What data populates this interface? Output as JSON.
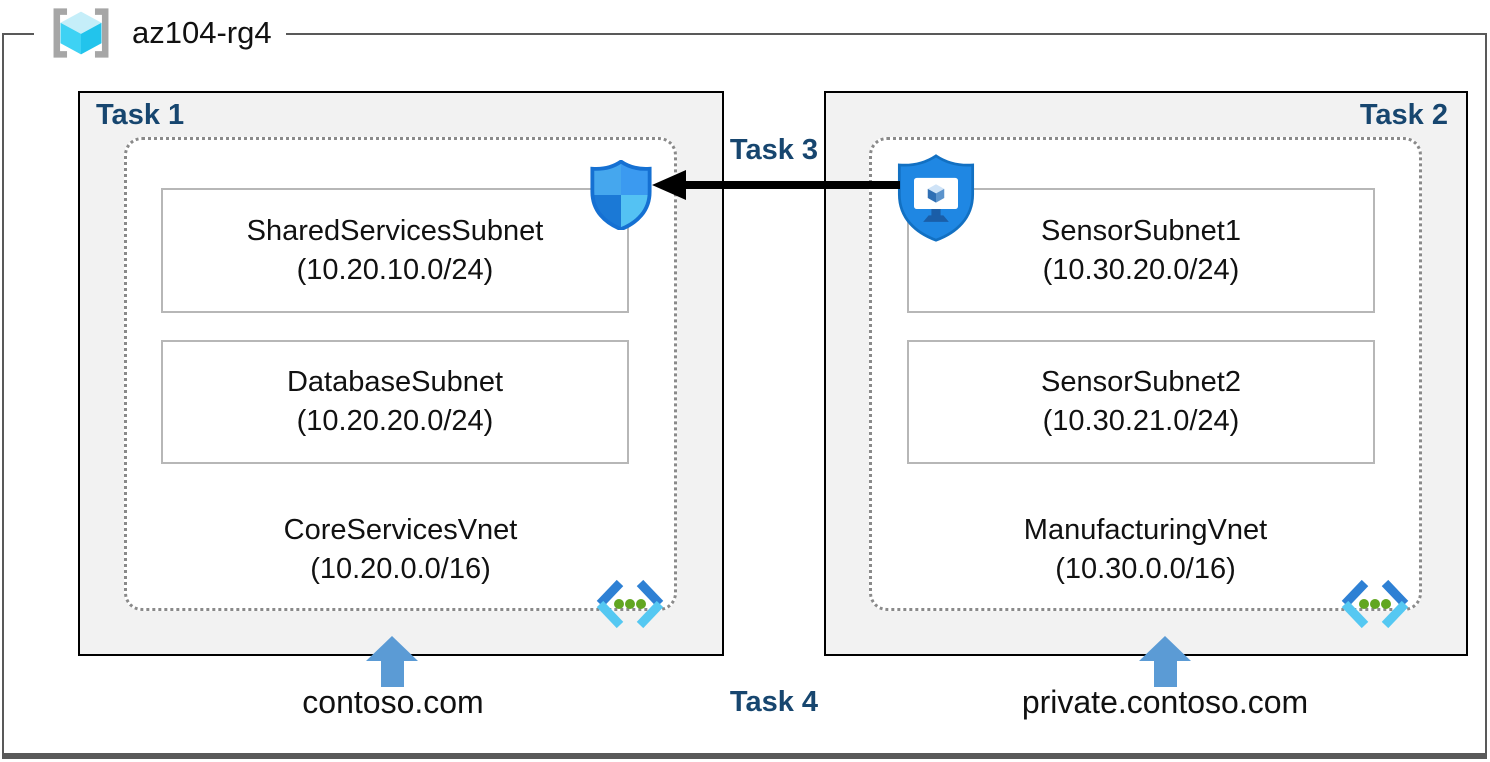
{
  "diagram_title": "az104-rg4",
  "resource_group": {
    "name": "az104-rg4",
    "icon": "resource-group-icon"
  },
  "colors": {
    "task_label_navy": "#17466F",
    "box_fill_gray": "#f2f2f2",
    "box_border_black": "#000000",
    "frame_gray": "#595959",
    "subnet_border_gray": "#b7b7b7",
    "dotted_border_gray": "#8a8a8a",
    "blue_arrow": "#5b9bd5",
    "icon_blue": "#1f87e3",
    "icon_cyan": "#55c8f2",
    "icon_green_dot": "#61a620"
  },
  "networks": [
    {
      "task_label": "Task 1",
      "vnet_name": "CoreServicesVnet",
      "vnet_cidr": "(10.20.0.0/16)",
      "dns_zone": "contoso.com",
      "subnets": [
        {
          "name": "SharedServicesSubnet",
          "cidr": "(10.20.10.0/24)"
        },
        {
          "name": "DatabaseSubnet",
          "cidr": "(10.20.20.0/24)"
        }
      ]
    },
    {
      "task_label": "Task 2",
      "vnet_name": "ManufacturingVnet",
      "vnet_cidr": "(10.30.0.0/16)",
      "dns_zone": "private.contoso.com",
      "subnets": [
        {
          "name": "SensorSubnet1",
          "cidr": "(10.30.20.0/24)"
        },
        {
          "name": "SensorSubnet2",
          "cidr": "(10.30.21.0/24)"
        }
      ]
    }
  ],
  "annotations": {
    "task3_label": "Task 3",
    "task4_label": "Task 4"
  },
  "icons": [
    "resource-group-icon",
    "network-security-group-shield-icon",
    "bastion-shield-monitor-icon",
    "virtual-network-icon",
    "left-black-arrow",
    "up-blue-arrow"
  ]
}
